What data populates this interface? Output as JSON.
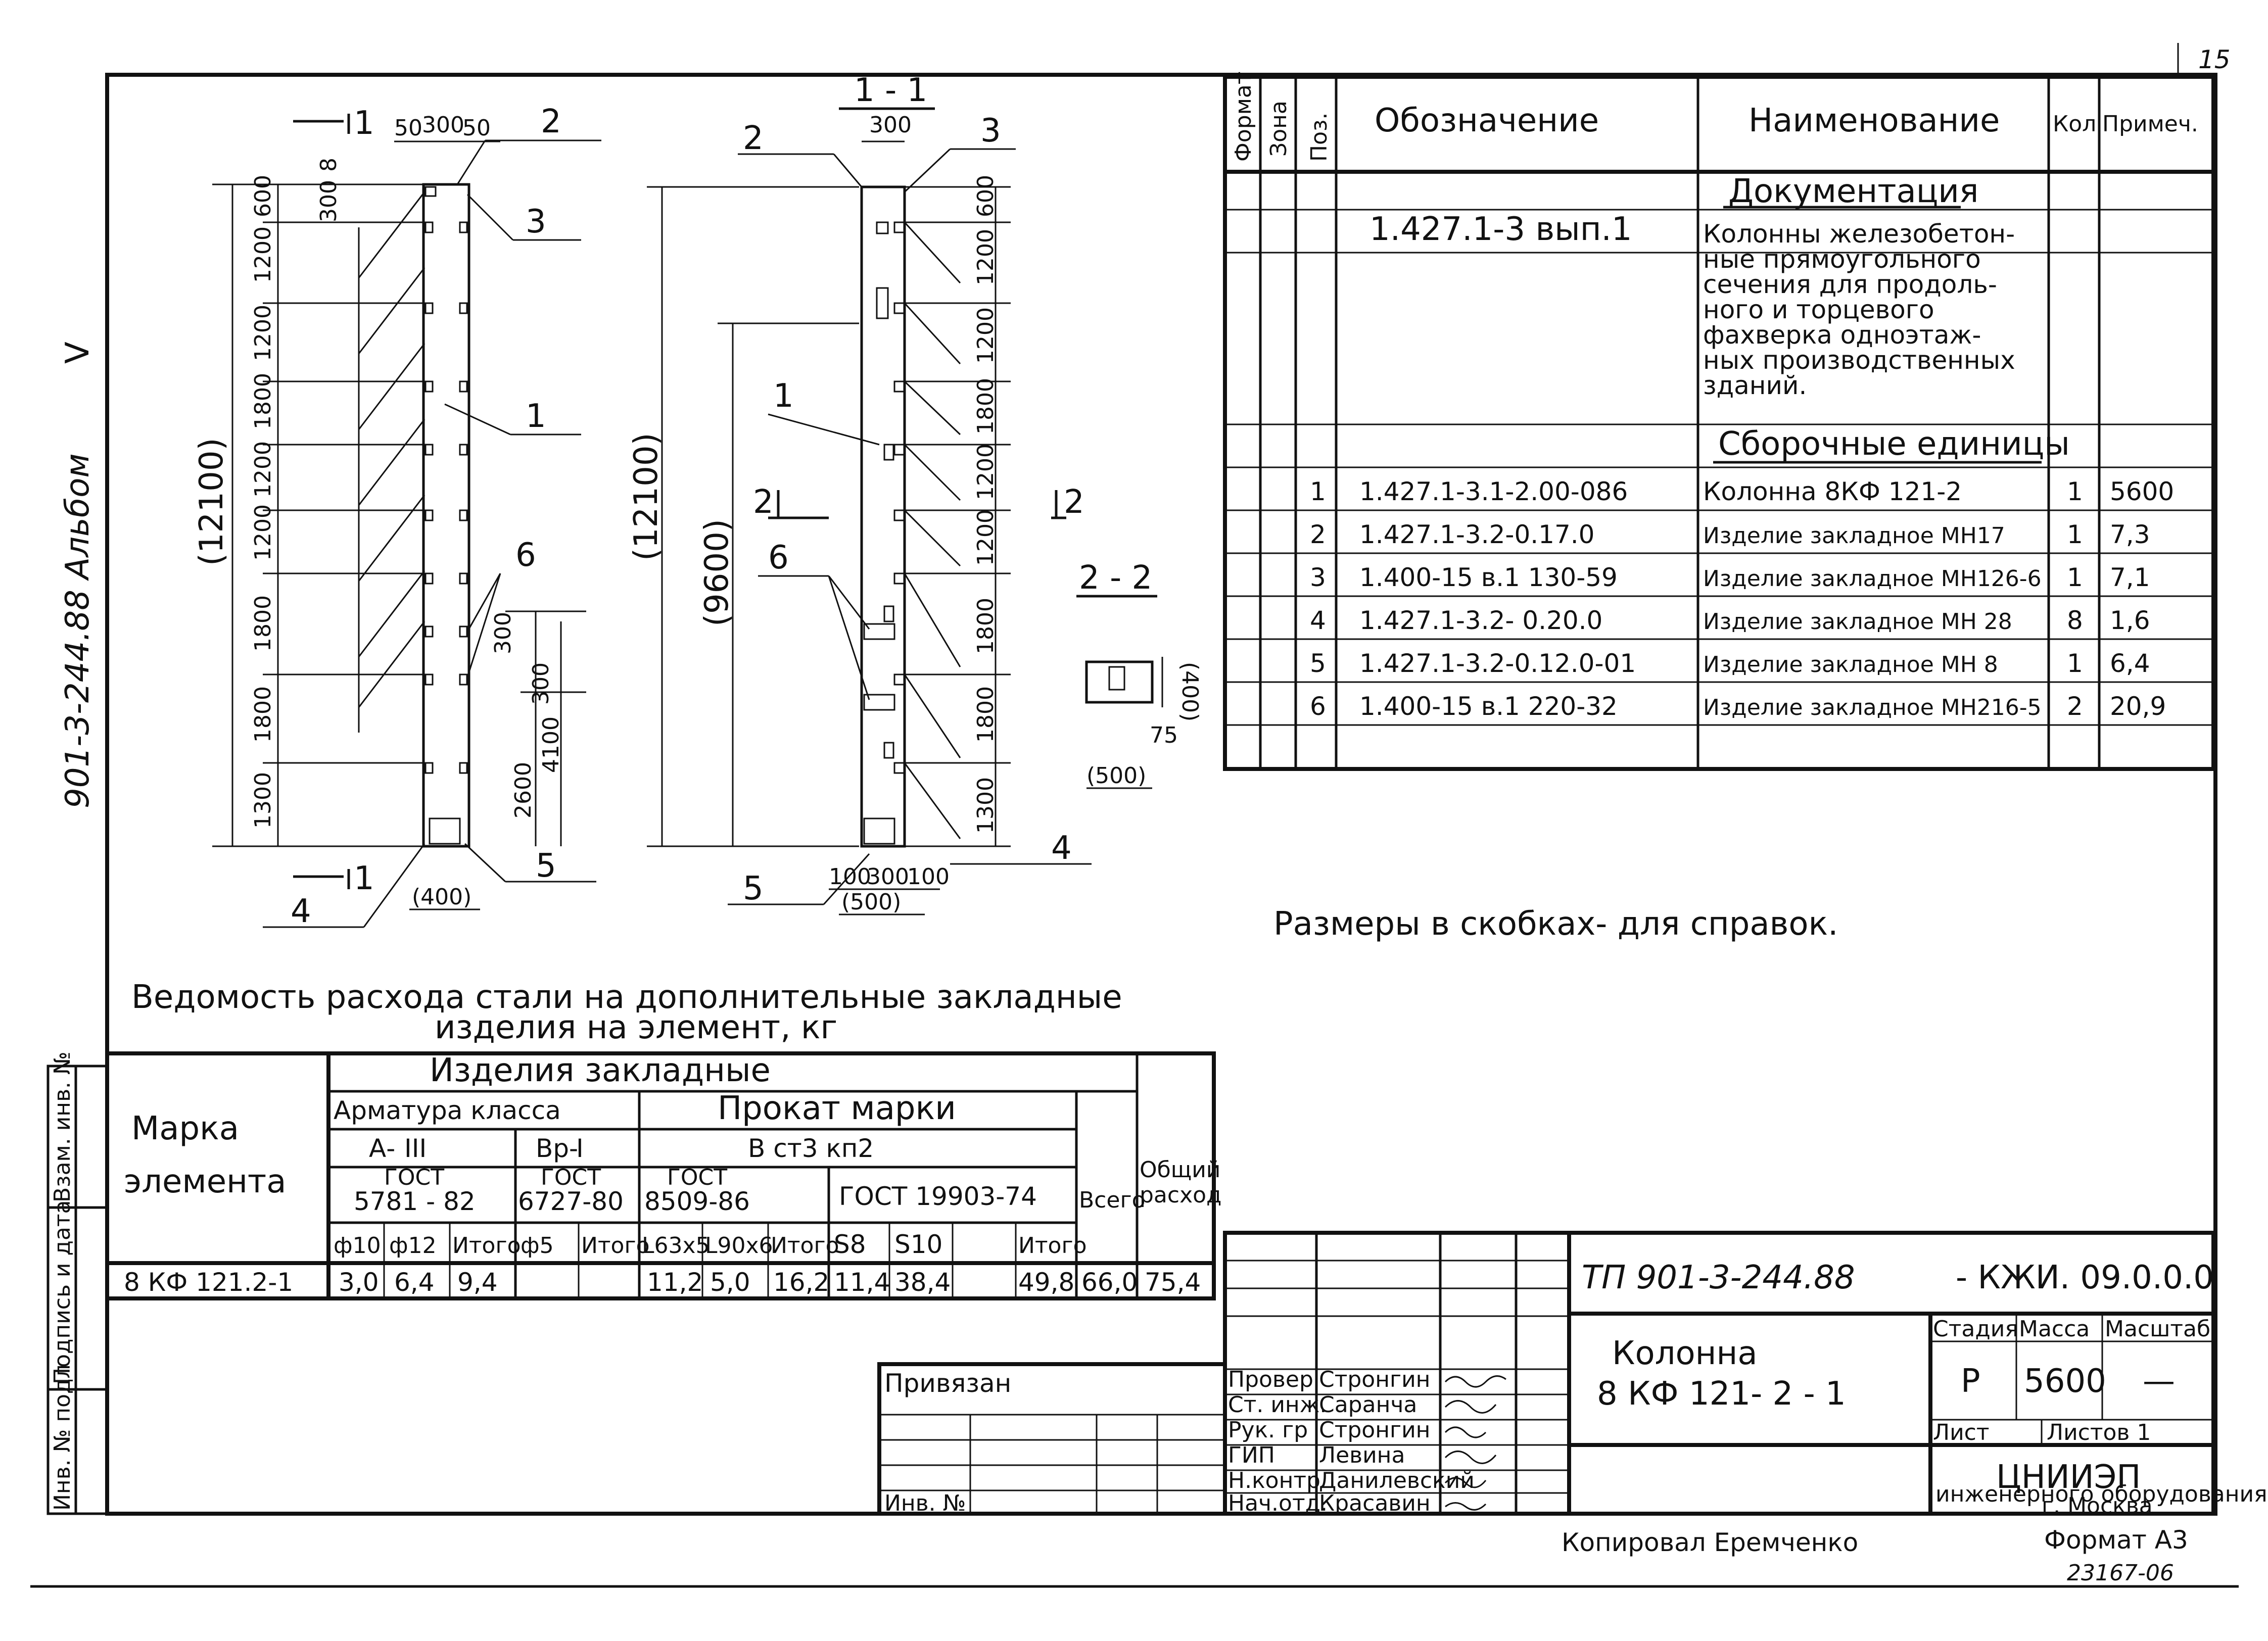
{
  "sheet": {
    "page_number": "15",
    "album_label": "901-3-244.88 Альбом",
    "album_roman": "V",
    "size_note": "Размеры в скобках- для справок.",
    "copied": "Копировал Еремченко",
    "format": "Формат А3",
    "doc_number": "23167-06"
  },
  "drawing": {
    "section_label": "1 - 1",
    "section22_label": "2 - 2",
    "front_total": "(12100)",
    "side_total": "(12100)",
    "side_9600": "(9600)",
    "top_dims": [
      "50",
      "300",
      "50"
    ],
    "section_top": "300",
    "dim_300_top": "300",
    "dim_8": "8",
    "left_dims": [
      "600",
      "1200",
      "1200",
      "1800",
      "1200",
      "1200",
      "1800",
      "1800",
      "1300"
    ],
    "right_dims": [
      "600",
      "1200",
      "1200",
      "1800",
      "1200",
      "1200",
      "1800",
      "1800",
      "1300"
    ],
    "mid_dims": [
      "300",
      "300",
      "2600",
      "4100"
    ],
    "bottom_front": "(400)",
    "bottom_side": [
      "100",
      "300",
      "100"
    ],
    "bottom_side_total": "(500)",
    "s22_dims": [
      "(400)",
      "75",
      "(500)"
    ],
    "callouts": [
      "1",
      "2",
      "3",
      "4",
      "5",
      "6"
    ],
    "cut_labels": [
      "1",
      "1",
      "2",
      "2"
    ]
  },
  "spec": {
    "headers": [
      "Формат",
      "Зона",
      "Поз.",
      "Обозначение",
      "Наименование",
      "Кол",
      "Примеч."
    ],
    "section_doc": "Документация",
    "doc_row": {
      "designation": "1.427.1-3 вып.1",
      "name_lines": [
        "Колонны железобетон-",
        "ные прямоугольного",
        "сечения для продоль-",
        "ного и торцевого",
        "фахверка одноэтаж-",
        "ных производственных",
        "зданий."
      ]
    },
    "section_asm": "Сборочные единицы",
    "rows": [
      {
        "pos": "1",
        "designation": "1.427.1-3.1-2.00-086",
        "name": "Колонна 8КФ 121-2",
        "qty": "1",
        "note": "5600"
      },
      {
        "pos": "2",
        "designation": "1.427.1-3.2-0.17.0",
        "name": "Изделие закладное МН17",
        "qty": "1",
        "note": "7,3"
      },
      {
        "pos": "3",
        "designation": "1.400-15 в.1 130-59",
        "name": "Изделие закладное МН126-6",
        "qty": "1",
        "note": "7,1"
      },
      {
        "pos": "4",
        "designation": "1.427.1-3.2- 0.20.0",
        "name": "Изделие закладное МН 28",
        "qty": "8",
        "note": "1,6"
      },
      {
        "pos": "5",
        "designation": "1.427.1-3.2-0.12.0-01",
        "name": "Изделие закладное МН 8",
        "qty": "1",
        "note": "6,4"
      },
      {
        "pos": "6",
        "designation": "1.400-15 в.1 220-32",
        "name": "Изделие закладное МН216-5",
        "qty": "2",
        "note": "20,9"
      }
    ]
  },
  "steel": {
    "title1": "Ведомость расхода стали на дополнительные закладные",
    "title2": "изделия на элемент, кг",
    "h_mark1": "Марка",
    "h_mark2": "элемента",
    "h_items": "Изделия закладные",
    "h_rebar": "Арматура класса",
    "h_rolled": "Прокат марки",
    "h_a3": "А-",
    "h_a3_roman": "III",
    "h_bp": "Вр-",
    "h_bp_roman": "I",
    "h_st": "В ст3 кп2",
    "h_gost1": "ГОСТ",
    "h_gost1n": "5781 - 82",
    "h_gost2": "ГОСТ",
    "h_gost2n": "6727-80",
    "h_gost3": "ГОСТ",
    "h_gost3n": "8509-86",
    "h_gost4": "ГОСТ 19903-74",
    "h_total": "Всего",
    "h_grand1": "Общий",
    "h_grand2": "расход",
    "sub": [
      "ф10",
      "ф12",
      "Итого",
      "ф5",
      "Итого",
      "L63х5",
      "L90х6",
      "Итого",
      "S8",
      "S10",
      "",
      "Итого"
    ],
    "row": {
      "mark": "8 КФ 121.2-1",
      "values": [
        "3,0",
        "6,4",
        "9,4",
        "",
        "",
        "11,2",
        "5,0",
        "16,2",
        "11,4",
        "38,4",
        "",
        "49,8",
        "66,0",
        "75,4"
      ]
    }
  },
  "stamp": {
    "code": "ТП 901-3-244.88",
    "code2": "- КЖИ. 09.0.0.0",
    "title1": "Колонна",
    "title2": "8 КФ 121- 2 - 1",
    "stage_h": "Стадия",
    "mass_h": "Масса",
    "scale_h": "Масштаб",
    "stage": "Р",
    "mass": "5600",
    "scale": "—",
    "sheet_h": "Лист",
    "sheets_h": "Листов 1",
    "org": "ЦНИИЭП",
    "org2": "инженерного оборудования",
    "org3": "г. Москва",
    "bound": "Привязан",
    "inv": "Инв. №",
    "roles": [
      "Провер",
      "Ст. инж.",
      "Рук. гр",
      "ГИП",
      "Н.контр",
      "Нач.отд."
    ],
    "names": [
      "Стронгин",
      "Саранча",
      "Стронгин",
      "Левина",
      "Данилевский",
      "Красавин"
    ]
  },
  "side_stamp": [
    "Инв. № подл",
    "Подпись и дата",
    "Взам. инв. №"
  ]
}
